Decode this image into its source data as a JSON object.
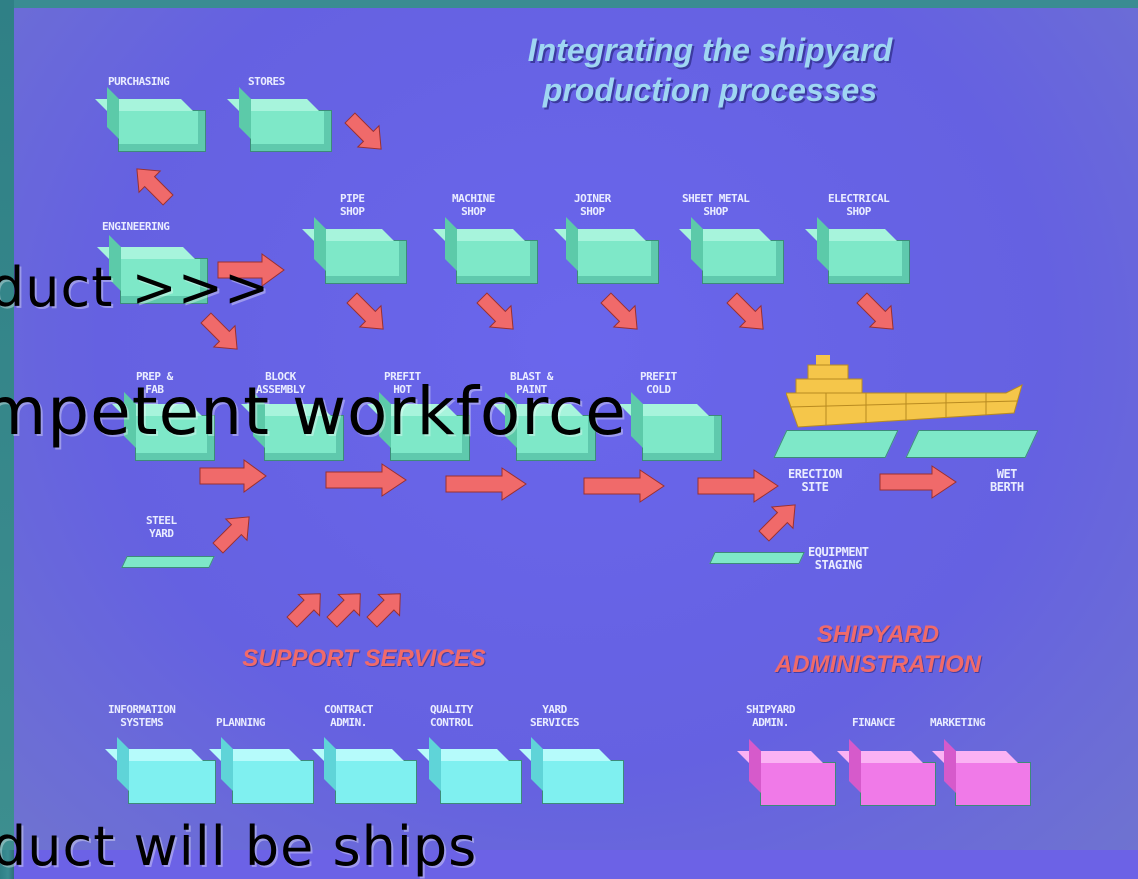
{
  "title": {
    "line1": "Integrating the shipyard",
    "line2": "production processes"
  },
  "labels": {
    "purchasing": "PURCHASING",
    "stores": "STORES",
    "engineering": "ENGINEERING",
    "pipe_shop": "PIPE\nSHOP",
    "machine_shop": "MACHINE\nSHOP",
    "joiner_shop": "JOINER\nSHOP",
    "sheet_metal_shop": "SHEET METAL\nSHOP",
    "electrical_shop": "ELECTRICAL\nSHOP",
    "prep_fab": "PREP &\nFAB",
    "block_assembly": "BLOCK\nASSEMBLY",
    "prefit_hot": "PREFIT\nHOT",
    "blast_paint": "BLAST &\nPAINT",
    "prefit_cold": "PREFIT\nCOLD",
    "steel_yard": "STEEL\nYARD",
    "erection_site": "ERECTION\nSITE",
    "wet_berth": "WET\nBERTH",
    "equipment_staging": "EQUIPMENT\nSTAGING",
    "information_systems": "INFORMATION\nSYSTEMS",
    "planning": "PLANNING",
    "contract_admin": "CONTRACT\nADMIN.",
    "quality_control": "QUALITY\nCONTROL",
    "yard_services": "YARD\nSERVICES",
    "shipyard_admin": "SHIPYARD\nADMIN.",
    "finance": "FINANCE",
    "marketing": "MARKETING"
  },
  "sections": {
    "support_services": "SUPPORT SERVICES",
    "shipyard_administration": "SHIPYARD\nADMINISTRATION"
  },
  "overlay_text": {
    "line1": "duct >>>",
    "line2": "mpetent workforce",
    "line3": "duct will be ships"
  },
  "colors": {
    "background": "#6a66ec",
    "production_box": "#7ee8c8",
    "support_box": "#7ff0f0",
    "admin_box": "#f07ae8",
    "arrow": "#f06a6a",
    "ship": "#f5c64a",
    "title": "#9fd6f2"
  }
}
